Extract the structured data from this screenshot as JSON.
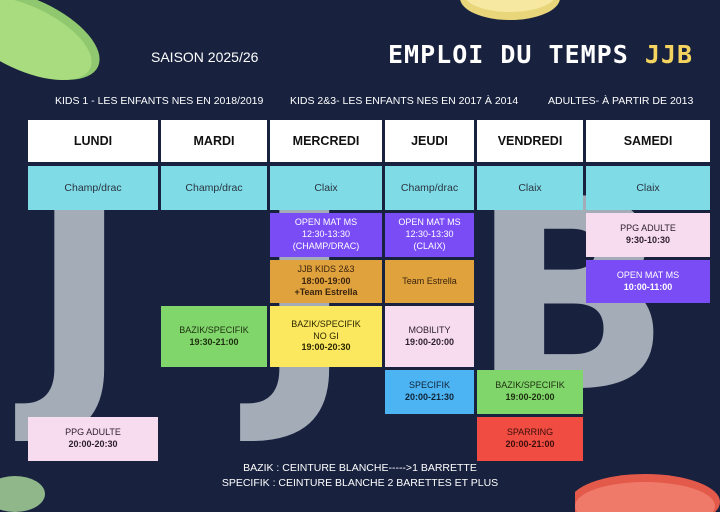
{
  "header": {
    "season": "SAISON 2025/26",
    "title_main": "EMPLOI DU TEMPS",
    "title_accent": "JJB"
  },
  "categories": [
    "KIDS 1 - LES ENFANTS NES EN 2018/2019",
    "KIDS 2&3- LES ENFANTS NES EN 2017 À 2014",
    "ADULTES- À PARTIR DE 2013"
  ],
  "background_letters": [
    "J",
    "J",
    "B"
  ],
  "days": [
    "LUNDI",
    "MARDI",
    "MERCREDI",
    "JEUDI",
    "VENDREDI",
    "SAMEDI"
  ],
  "locations": [
    "Champ/drac",
    "Champ/drac",
    "Claix",
    "Champ/drac",
    "Claix",
    "Claix"
  ],
  "events": {
    "mer_openmat": {
      "title": "OPEN MAT MS",
      "time": "12:30-13:30",
      "extra": "(CHAMP/DRAC)"
    },
    "jeu_openmat": {
      "title": "OPEN MAT MS",
      "time": "12:30-13:30",
      "extra": "(CLAIX)"
    },
    "sam_ppg": {
      "title": "PPG ADULTE",
      "time": "9:30-10:30"
    },
    "mer_kids": {
      "title": "JJB KIDS 2&3",
      "time": "18:00-19:00",
      "extra": "+Team Estrella"
    },
    "jeu_team": {
      "title": "Team Estrella"
    },
    "sam_openmat": {
      "title": "OPEN MAT MS",
      "time": "10:00-11:00"
    },
    "mar_bazik": {
      "title": "BAZIK/SPECIFIK",
      "time": "19:30-21:00"
    },
    "mer_bazik": {
      "title": "BAZIK/SPECIFIK",
      "title2": "NO GI",
      "time": "19:00-20:30"
    },
    "jeu_mobility": {
      "title": "MOBILITY",
      "time": "19:00-20:00"
    },
    "jeu_specifik": {
      "title": "SPECIFIK",
      "time": "20:00-21:30"
    },
    "ven_bazik": {
      "title": "BAZIK/SPECIFIK",
      "time": "19:00-20:00"
    },
    "ven_sparring": {
      "title": "SPARRING",
      "time": "20:00-21:00"
    },
    "lun_ppg": {
      "title": "PPG ADULTE",
      "time": "20:00-20:30"
    }
  },
  "legend": [
    "BAZIK : CEINTURE BLANCHE----->1 BARRETTE",
    "SPECIFIK : CEINTURE BLANCHE 2 BARETTES ET PLUS"
  ],
  "colors": {
    "background": "#18223f",
    "location_cell": "#7fdbe6",
    "open_mat": "#7a4cf5",
    "kids": "#e0a23c",
    "bazik_mardi": "#80d66b",
    "bazik_mercredi": "#fbe85f",
    "ppg": "#f7dcef",
    "specifik": "#4db4f4",
    "sparring": "#f04c42",
    "title_accent": "#f4d35e"
  }
}
